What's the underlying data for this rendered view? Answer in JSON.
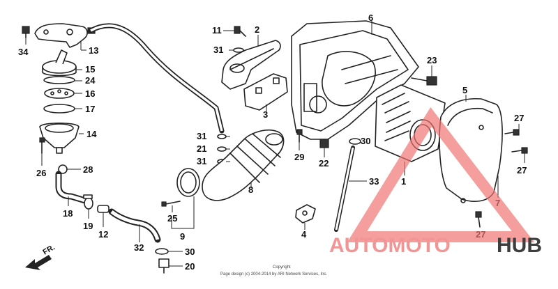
{
  "diagram": {
    "callouts": [
      {
        "id": "c34",
        "label": "34"
      },
      {
        "id": "c13",
        "label": "13"
      },
      {
        "id": "c15",
        "label": "15"
      },
      {
        "id": "c24",
        "label": "24"
      },
      {
        "id": "c16",
        "label": "16"
      },
      {
        "id": "c17",
        "label": "17"
      },
      {
        "id": "c14",
        "label": "14"
      },
      {
        "id": "c26",
        "label": "26"
      },
      {
        "id": "c28",
        "label": "28"
      },
      {
        "id": "c18",
        "label": "18"
      },
      {
        "id": "c19",
        "label": "19"
      },
      {
        "id": "c12",
        "label": "12"
      },
      {
        "id": "c32",
        "label": "32"
      },
      {
        "id": "c30b",
        "label": "30"
      },
      {
        "id": "c20",
        "label": "20"
      },
      {
        "id": "c25",
        "label": "25"
      },
      {
        "id": "c9",
        "label": "9"
      },
      {
        "id": "c31a",
        "label": "31"
      },
      {
        "id": "c21",
        "label": "21"
      },
      {
        "id": "c31b",
        "label": "31"
      },
      {
        "id": "c8",
        "label": "8"
      },
      {
        "id": "c11",
        "label": "11"
      },
      {
        "id": "c2",
        "label": "2"
      },
      {
        "id": "c31c",
        "label": "31"
      },
      {
        "id": "c3",
        "label": "3"
      },
      {
        "id": "c4",
        "label": "4"
      },
      {
        "id": "c6",
        "label": "6"
      },
      {
        "id": "c23",
        "label": "23"
      },
      {
        "id": "c29",
        "label": "29"
      },
      {
        "id": "c22",
        "label": "22"
      },
      {
        "id": "c30a",
        "label": "30"
      },
      {
        "id": "c33",
        "label": "33"
      },
      {
        "id": "c1",
        "label": "1"
      },
      {
        "id": "c5",
        "label": "5"
      },
      {
        "id": "c27a",
        "label": "27"
      },
      {
        "id": "c27b",
        "label": "27"
      },
      {
        "id": "c7",
        "label": "7"
      },
      {
        "id": "c27c",
        "label": "27"
      }
    ],
    "direction_marker": "FR.",
    "copyright_line1": "Copyright",
    "copyright_line2": "Page design (c) 2004-2014 by ARI Network Services, Inc."
  },
  "watermark": {
    "part1": "AUTOMOTO",
    "part2": "HUB",
    "color_main": "#f08a8a",
    "color_hub": "#2a2a2a",
    "triangle_color": "#f07070"
  }
}
